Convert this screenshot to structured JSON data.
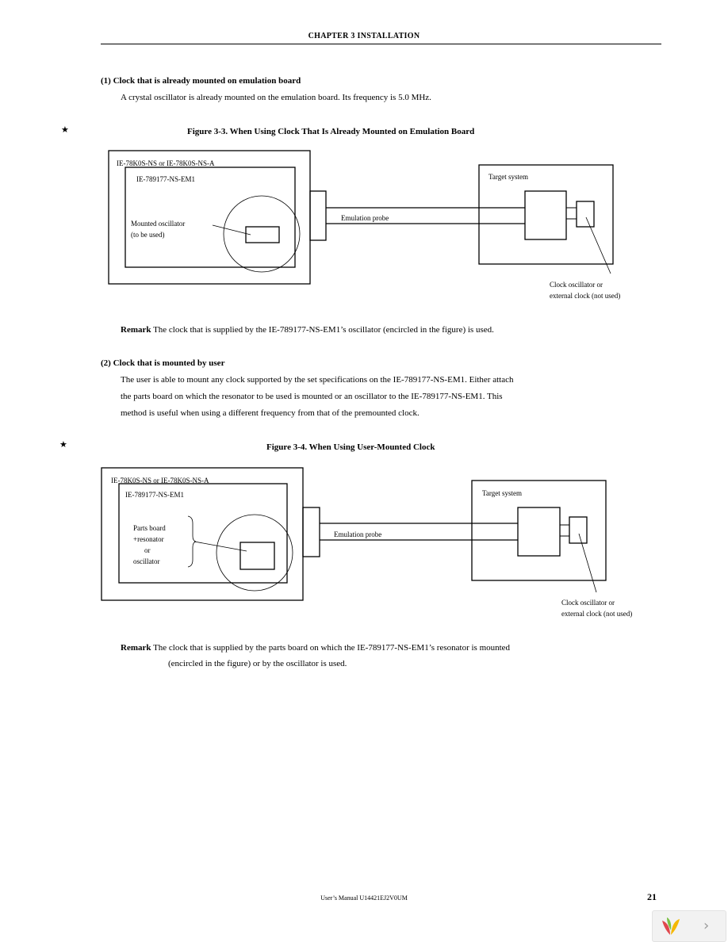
{
  "header": {
    "chapter": "CHAPTER 3   INSTALLATION"
  },
  "section1": {
    "heading": "(1) Clock that is already mounted on emulation board",
    "text": "A crystal oscillator is already mounted on the emulation board.  Its frequency is 5.0 MHz."
  },
  "figure1": {
    "marker": "★",
    "caption": "Figure 3-3.  When Using Clock That Is Already Mounted on Emulation Board",
    "outer_label": "IE-78K0S-NS or IE-78K0S-NS-A",
    "inner_label": "IE-789177-NS-EM1",
    "osc_label_1": "Mounted oscillator",
    "osc_label_2": "(to be used)",
    "probe_label": "Emulation probe",
    "target_label": "Target system",
    "clock_label_1": "Clock oscillator or",
    "clock_label_2": "external clock (not used)"
  },
  "remark1": {
    "label": "Remark",
    "text": "The clock that is supplied by the IE-789177-NS-EM1’s oscillator (encircled in the figure) is used."
  },
  "section2": {
    "heading": "(2)  Clock that is mounted by user",
    "line1": "The user is able to mount any clock supported by the set specifications on the IE-789177-NS-EM1.  Either attach",
    "line2": "the parts board on which the resonator to be used is mounted or an oscillator to the IE-789177-NS-EM1.  This",
    "line3": "method is useful when using a different frequency from that of the premounted clock."
  },
  "figure2": {
    "marker": "★",
    "caption": "Figure 3-4.  When Using User-Mounted Clock",
    "outer_label": "IE-78K0S-NS or IE-78K0S-NS-A",
    "inner_label": "IE-789177-NS-EM1",
    "parts_1": "Parts board",
    "parts_2": "+resonator",
    "parts_3": "or",
    "parts_4": "oscillator",
    "probe_label": "Emulation probe",
    "target_label": "Target system",
    "clock_label_1": "Clock oscillator or",
    "clock_label_2": "external clock (not used)"
  },
  "remark2": {
    "label": "Remark",
    "line1": "The clock that is supplied by the parts board on which the IE-789177-NS-EM1’s resonator is mounted",
    "line2": "(encircled in the figure) or by the oscillator is used."
  },
  "footer": {
    "manual": "User’s Manual  U14421EJ2V0UM",
    "page": "21"
  }
}
